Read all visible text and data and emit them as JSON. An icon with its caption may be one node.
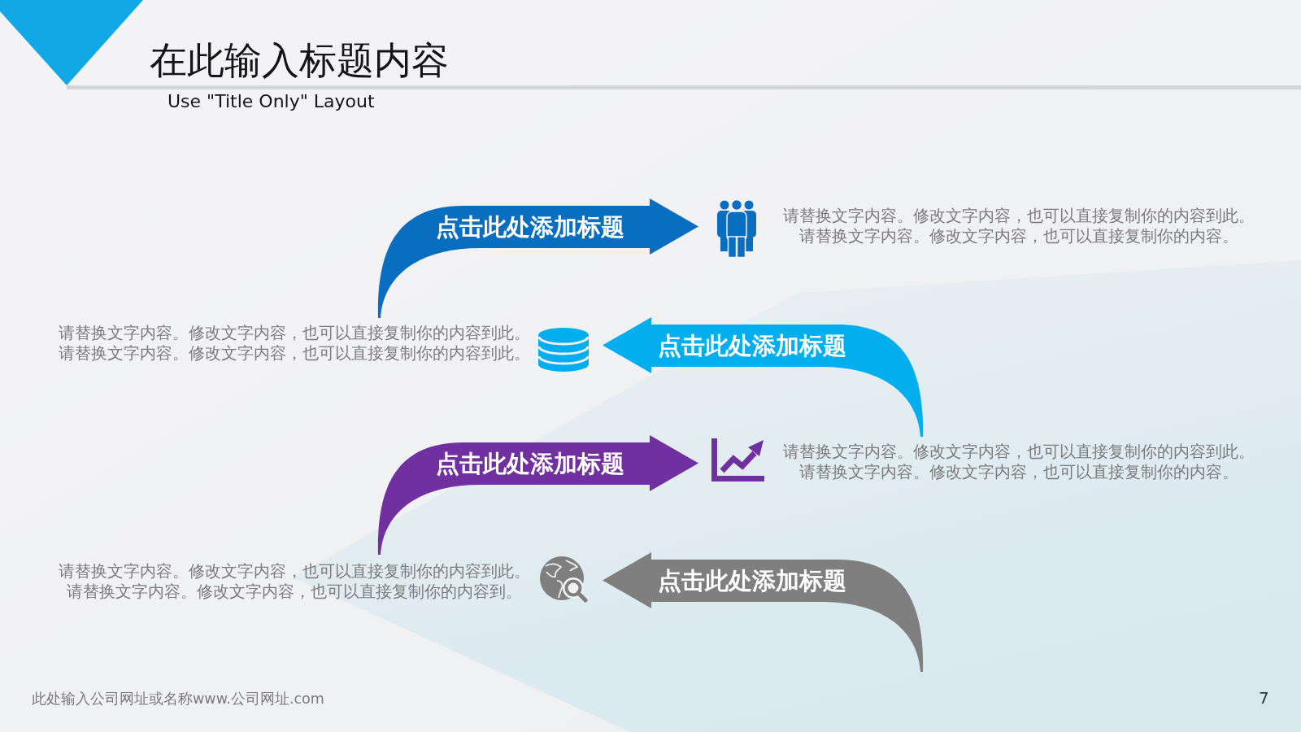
{
  "diagram": {
    "title": "在此输入标题内容",
    "nodes": [
      {
        "text": [
          "点击此处添加标题"
        ]
      },
      {
        "text": [
          "点击此处添加标题"
        ]
      },
      {
        "text": [
          "点击此处添加标题"
        ]
      },
      {
        "text": [
          "点击此处添加标题"
        ]
      }
    ],
    "labels": [
      "Use \"Title Only\" Layout",
      "请替换文字内容。修改文字内容，也可以直接复制你的内容到此。请替换文字内容。修改文字内容，也可以直接复制你的内容。",
      "请替换文字内容。修改文字内容，也可以直接复制你的内容到此。请替换文字内容。修改文字内容，也可以直接复制你的内容到此。",
      "请替换文字内容。修改文字内容，也可以直接复制你的内容到此。请替换文字内容。修改文字内容，也可以直接复制你的内容。",
      "请替换文字内容。修改文字内容，也可以直接复制你的内容到此。请替换文字内容。修改文字内容，也可以直接复制你的内容到。",
      "此处输入公司网址或名称www.公司网址.com",
      "7"
    ]
  }
}
